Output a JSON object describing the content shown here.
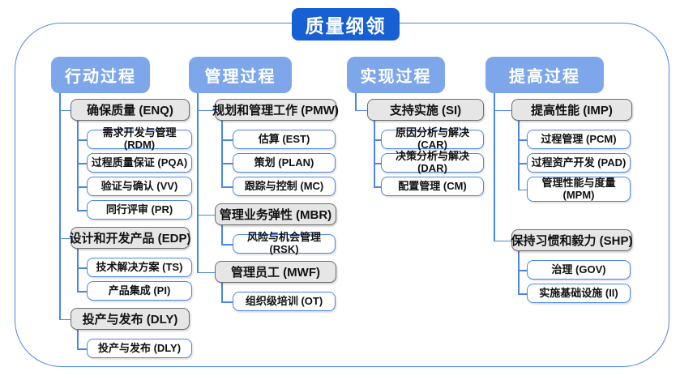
{
  "title": "质量纲领",
  "colors": {
    "title_bg": "#1760d4",
    "header_bg": "#7da7ea",
    "connector": "#4a86e8",
    "white_node_border": "#4a86e8",
    "gray_node_fill": "#e6e6e6",
    "gray_node_border": "#6e6e6e",
    "text": "#111111"
  },
  "columns": [
    {
      "header": "行动过程",
      "groups": [
        {
          "label": "确保质量 (ENQ)",
          "children": [
            "需求开发与管理 (RDM)",
            "过程质量保证 (PQA)",
            "验证与确认 (VV)",
            "同行评审 (PR)"
          ]
        },
        {
          "label": "设计和开发产品 (EDP)",
          "children": [
            "技术解决方案 (TS)",
            "产品集成 (PI)"
          ]
        },
        {
          "label": "投产与发布 (DLY)",
          "children": [
            "投产与发布 (DLY)"
          ]
        }
      ]
    },
    {
      "header": "管理过程",
      "groups": [
        {
          "label": "规划和管理工作 (PMW)",
          "children": [
            "估算 (EST)",
            "策划 (PLAN)",
            "跟踪与控制 (MC)"
          ]
        },
        {
          "label": "管理业务弹性 (MBR)",
          "children": [
            "风险与机会管理 (RSK)"
          ]
        },
        {
          "label": "管理员工 (MWF)",
          "children": [
            "组织级培训 (OT)"
          ]
        }
      ]
    },
    {
      "header": "实现过程",
      "groups": [
        {
          "label": "支持实施 (SI)",
          "children": [
            "原因分析与解决 (CAR)",
            "决策分析与解决 (DAR)",
            "配置管理 (CM)"
          ]
        }
      ]
    },
    {
      "header": "提高过程",
      "groups": [
        {
          "label": "提高性能 (IMP)",
          "children": [
            "过程管理 (PCM)",
            "过程资产开发 (PAD)",
            "管理性能与度量 (MPM)"
          ]
        },
        {
          "label": "保持习惯和毅力 (SHP)",
          "children": [
            "治理 (GOV)",
            "实施基础设施 (II)"
          ]
        }
      ]
    }
  ]
}
